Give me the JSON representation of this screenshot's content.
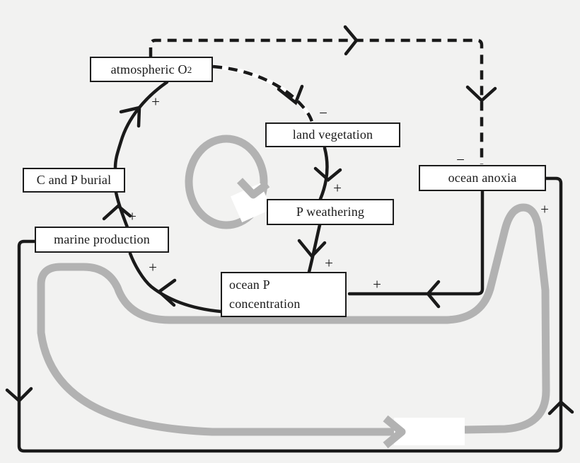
{
  "figure": {
    "type": "feedback-loop-diagram",
    "colors": {
      "background": "#f2f2f1",
      "line": "#1a1a1a",
      "loop_gray": "#b2b2b2",
      "box_fill": "#ffffff"
    },
    "nodes": [
      {
        "id": "atmospheric-o2",
        "label": "atmospheric O",
        "subscript": "2"
      },
      {
        "id": "land-vegetation",
        "label": "land vegetation"
      },
      {
        "id": "c-and-p-burial",
        "label": "C and P burial"
      },
      {
        "id": "ocean-anoxia",
        "label": "ocean anoxia"
      },
      {
        "id": "p-weathering",
        "label": "P weathering"
      },
      {
        "id": "marine-production",
        "label": "marine production"
      },
      {
        "id": "ocean-p-concentration",
        "line1": "ocean P",
        "line2": "concentration"
      }
    ],
    "edges": [
      {
        "from": "c-and-p-burial",
        "to": "atmospheric-o2",
        "sign": "+",
        "style": "solid"
      },
      {
        "from": "atmospheric-o2",
        "to": "land-vegetation",
        "sign": "−",
        "style": "dashed"
      },
      {
        "from": "atmospheric-o2",
        "to": "ocean-anoxia",
        "sign": "−",
        "style": "dashed"
      },
      {
        "from": "land-vegetation",
        "to": "p-weathering",
        "sign": "+",
        "style": "solid"
      },
      {
        "from": "p-weathering",
        "to": "ocean-p-concentration",
        "sign": "+",
        "style": "solid"
      },
      {
        "from": "ocean-anoxia",
        "to": "ocean-p-concentration",
        "sign": "+",
        "style": "solid"
      },
      {
        "from": "ocean-p-concentration",
        "to": "marine-production",
        "sign": "+",
        "style": "solid"
      },
      {
        "from": "marine-production",
        "to": "c-and-p-burial",
        "sign": "+",
        "style": "solid"
      },
      {
        "from": "marine-production",
        "to": "ocean-anoxia",
        "sign": "+",
        "style": "solid-outer"
      }
    ]
  }
}
